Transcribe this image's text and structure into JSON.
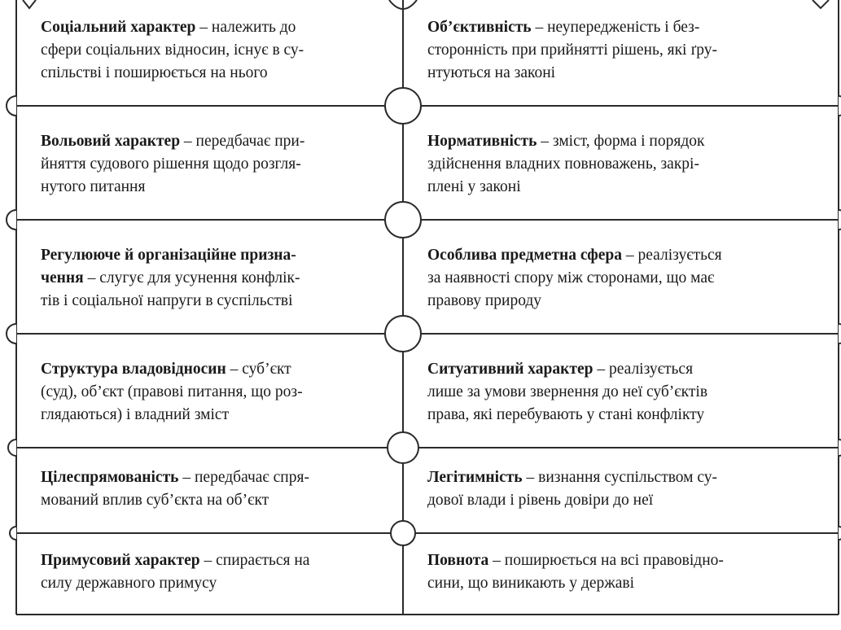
{
  "diagram": {
    "left_column": [
      {
        "term": "Соціальний характер",
        "lines": [
          " – належить до",
          "сфери соціальних відносин, існує в су-",
          "спільстві і поширюється на нього"
        ]
      },
      {
        "term": "Вольовий характер",
        "lines": [
          " – передбачає при-",
          "йняття судового рішення щодо розгля-",
          "нутого питання"
        ]
      },
      {
        "term": "Регулююче й організаційне призна-",
        "term2": "чення",
        "lines": [
          "",
          " – слугує для усунення конфлік-",
          "тів і соціальної напруги в суспільстві"
        ]
      },
      {
        "term": "Структура владовідносин",
        "lines": [
          " – суб’єкт",
          "(суд), об’єкт (правові питання, що роз-",
          "глядаються) і владний зміст"
        ]
      },
      {
        "term": "Цілеспрямованість",
        "lines": [
          " – передбачає спря-",
          "мований вплив суб’єкта на об’єкт"
        ]
      },
      {
        "term": "Примусовий характер",
        "lines": [
          " – спирається на",
          "силу державного примусу"
        ]
      }
    ],
    "right_column": [
      {
        "term": "Об’єктивність",
        "lines": [
          " – неупередженість і без-",
          "сторонність при прийнятті рішень, які ґру-",
          "нтуються на законі"
        ]
      },
      {
        "term": "Нормативність",
        "lines": [
          " – зміст, форма і порядок",
          "здійснення владних повноважень, закрі-",
          "плені у законі"
        ]
      },
      {
        "term": "Особлива предметна сфера",
        "lines": [
          " – реалізується",
          "за наявності спору між сторонами, що має",
          "правову природу"
        ]
      },
      {
        "term": "Ситуативний характер",
        "lines": [
          " – реалізується",
          "лише за умови звернення до неї суб’єктів",
          "права, які перебувають у стані конфлікту"
        ]
      },
      {
        "term": "Легітимність",
        "lines": [
          " – визнання суспільством су-",
          "дової влади і рівень довіри до неї"
        ]
      },
      {
        "term": "Повнота",
        "lines": [
          " – поширюється на всі правовідно-",
          "сини, що виникають у державі"
        ]
      }
    ]
  }
}
